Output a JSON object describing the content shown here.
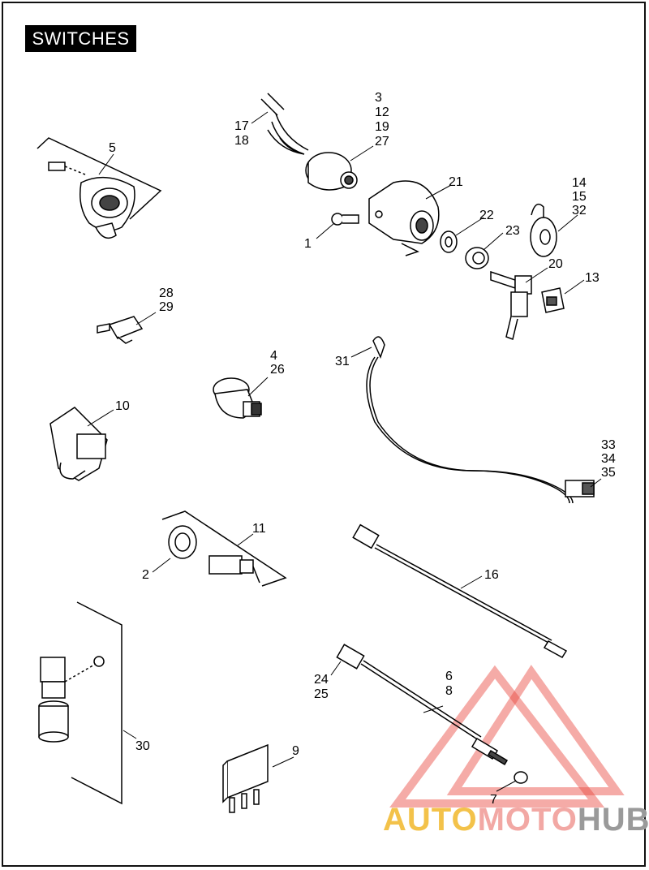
{
  "title": "SWITCHES",
  "callouts": {
    "c1": "1",
    "c2": "2",
    "c3": "3",
    "c12": "12",
    "c19": "19",
    "c27": "27",
    "c4": "4",
    "c26": "26",
    "c5": "5",
    "c6": "6",
    "c8": "8",
    "c7": "7",
    "c9": "9",
    "c10": "10",
    "c11": "11",
    "c13": "13",
    "c14": "14",
    "c15": "15",
    "c32": "32",
    "c16": "16",
    "c17": "17",
    "c18": "18",
    "c20": "20",
    "c21": "21",
    "c22": "22",
    "c23": "23",
    "c24": "24",
    "c25": "25",
    "c28": "28",
    "c29": "29",
    "c30": "30",
    "c31": "31",
    "c33": "33",
    "c34": "34",
    "c35": "35"
  },
  "watermark": {
    "part1": "AUTO",
    "part2": "MOTO",
    "part3": "HUB"
  },
  "colors": {
    "watermark_red": "#e8453c",
    "watermark_yellow": "#f3c24a",
    "watermark_grey": "#9a9a9a",
    "line": "#000000"
  }
}
